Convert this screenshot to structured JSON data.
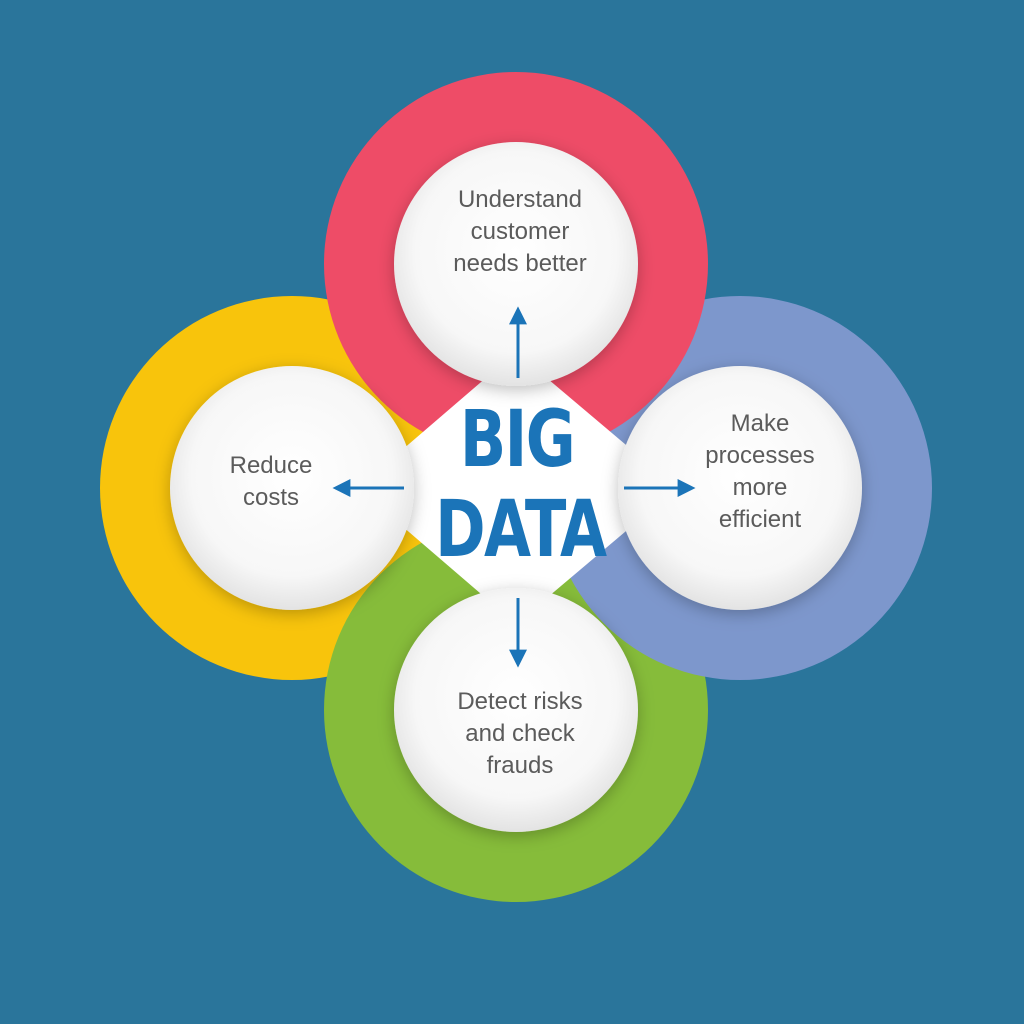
{
  "title": {
    "line1": "BIG",
    "line2": "DATA"
  },
  "nodes": {
    "top": {
      "label": "Understand\ncustomer\nneeds better",
      "color": "#ee4c67"
    },
    "left": {
      "label": "Reduce\ncosts",
      "color": "#f8c40c"
    },
    "right": {
      "label": "Make\nprocesses\nmore\nefficient",
      "color": "#7d97cc"
    },
    "bottom": {
      "label": "Detect risks\nand check\nfrauds",
      "color": "#86bc3a"
    }
  },
  "colors": {
    "background": "#2a759b",
    "title": "#1b74b8",
    "arrow": "#1b74b8",
    "center": "#ffffff"
  },
  "icons": {
    "arrow": "arrow-icon"
  }
}
